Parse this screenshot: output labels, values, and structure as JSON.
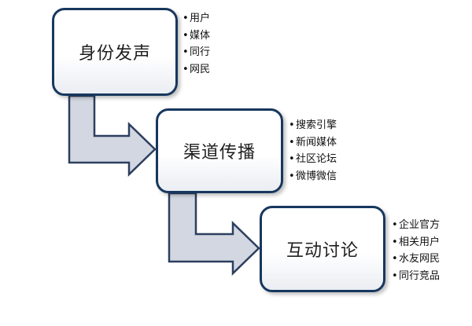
{
  "stages": [
    {
      "title": "身份发声",
      "items": [
        "用户",
        "媒体",
        "同行",
        "网民"
      ]
    },
    {
      "title": "渠道传播",
      "items": [
        "搜索引擎",
        "新闻媒体",
        "社区论坛",
        "微博微信"
      ]
    },
    {
      "title": "互动讨论",
      "items": [
        "企业官方",
        "相关用户",
        "水友网民",
        "同行竞品"
      ]
    }
  ],
  "bullet_char": "•",
  "colors": {
    "box_border": "#17375e",
    "arrow_fill": "#d3d7e1",
    "arrow_stroke": "#2d3f5f"
  }
}
